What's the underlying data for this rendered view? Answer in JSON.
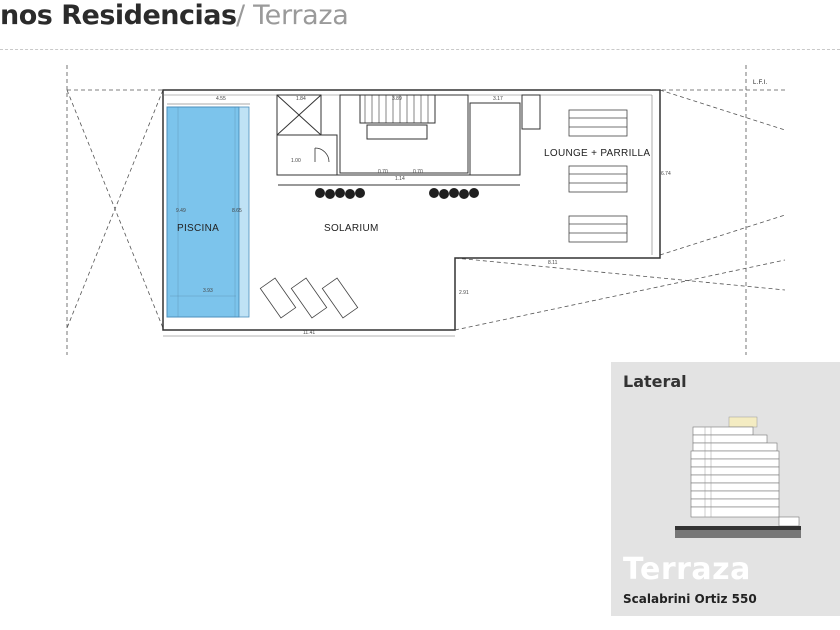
{
  "header": {
    "title": "nos Residencias",
    "subtitle": "/ Terraza"
  },
  "plan": {
    "labels": {
      "pool": "PISCINA",
      "solarium": "SOLARIUM",
      "lounge": "LOUNGE + PARRILLA",
      "lfi": "L.F.I."
    },
    "dimensions": {
      "top_a": "4.55",
      "top_b": "1.84",
      "top_c": "3.89",
      "top_d": "3.17",
      "pool_h1": "9.49",
      "pool_h2": "8.65",
      "pool_w": "3.93",
      "total_w": "11.41",
      "right_w": "8.11",
      "right_h": "6.74",
      "step_h": "2.91",
      "small_a": "1.00",
      "small_b": "0.70",
      "small_c": "0.70",
      "small_d": "1.14"
    }
  },
  "lateral": {
    "title": "Lateral",
    "big_label": "Terraza",
    "address": "Scalabrini Ortiz 550"
  }
}
